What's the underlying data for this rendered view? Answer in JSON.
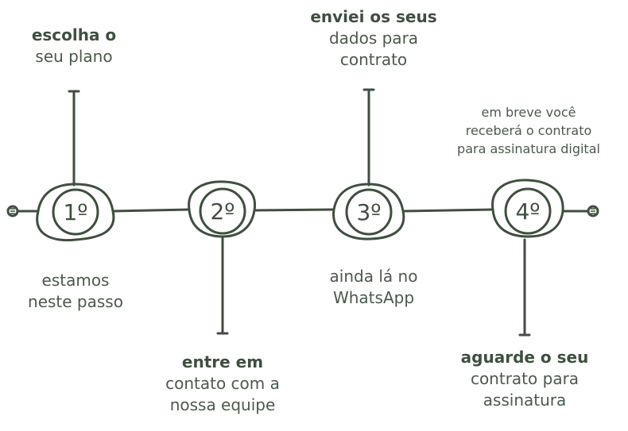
{
  "steps": [
    {
      "number": "1º",
      "bold": "escolha o",
      "text": [
        "seu plano"
      ],
      "below": [
        "estamos",
        "neste passo"
      ]
    },
    {
      "number": "2º",
      "bold": "entre em",
      "text": [
        "contato com a",
        "nossa equipe"
      ]
    },
    {
      "number": "3º",
      "bold": "enviei os seus",
      "text": [
        "dados para",
        "contrato"
      ],
      "below": [
        "ainda lá no",
        "WhatsApp"
      ]
    },
    {
      "number": "4º",
      "note": [
        "em breve você",
        "receberá o contrato",
        "para assinatura digital"
      ],
      "bold": "aguarde o seu",
      "text": [
        "contrato para",
        "assinatura"
      ]
    }
  ],
  "colors": {
    "ink": "#3f4f3f",
    "text": "#4b5a4b",
    "background": "#ffffff"
  }
}
